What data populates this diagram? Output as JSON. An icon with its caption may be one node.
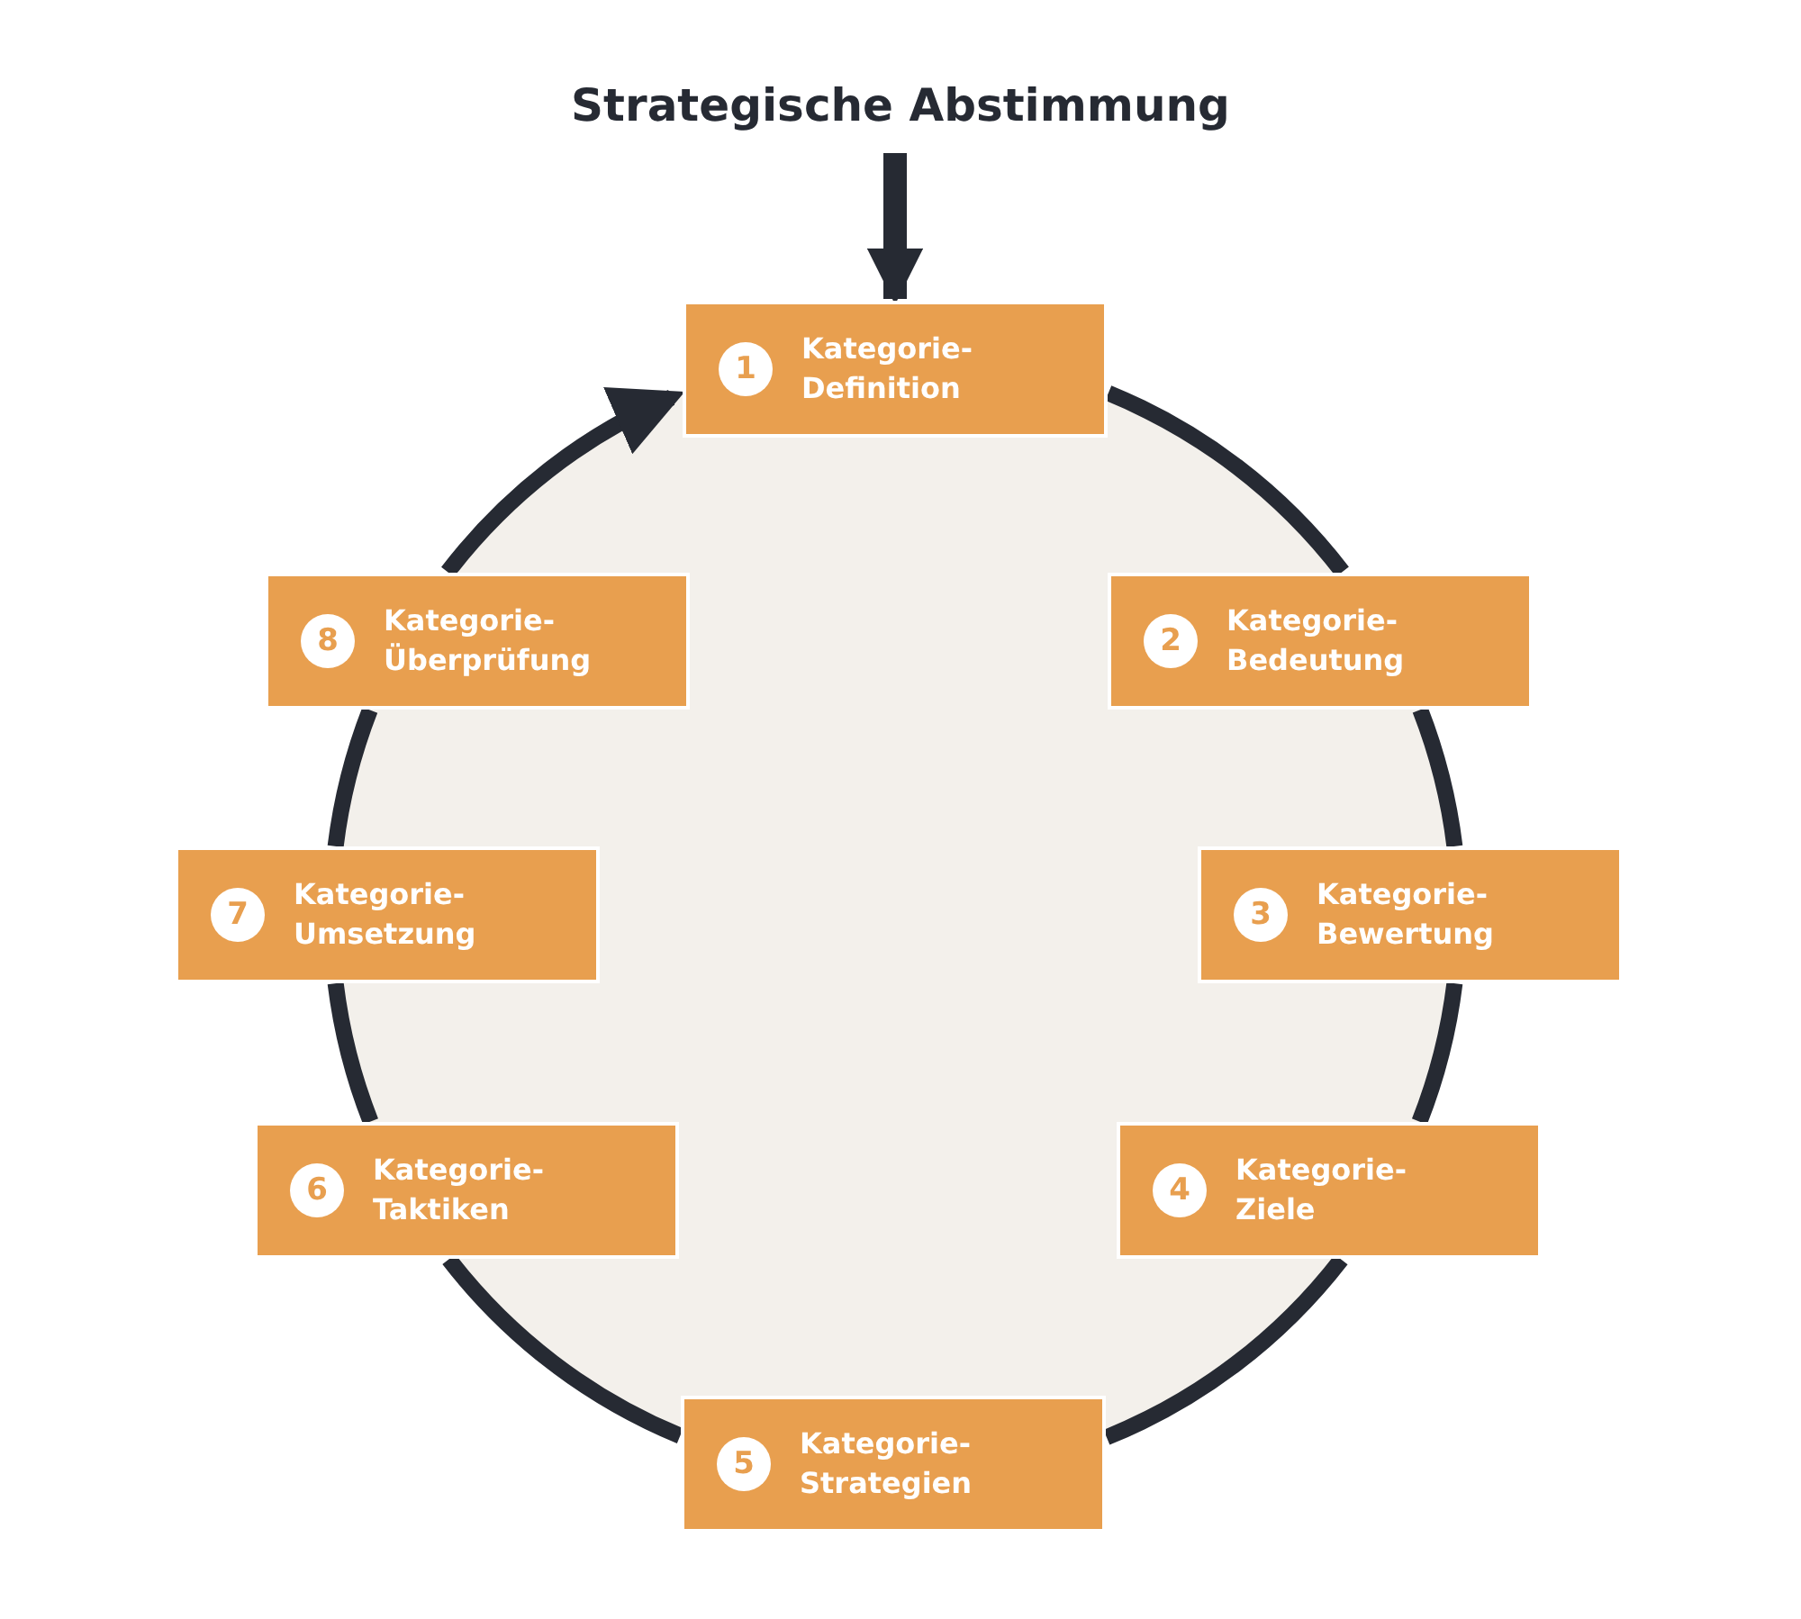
{
  "diagram": {
    "nodes": [
      {
        "text": [
          "Strategische Abstimmung"
        ]
      },
      {
        "text": [
          "1",
          "Kategorie-Definition"
        ]
      },
      {
        "text": [
          "2",
          "Kategorie-Bedeutung"
        ]
      },
      {
        "text": [
          "3",
          "Kategorie-Bewertung"
        ]
      },
      {
        "text": [
          "4",
          "Kategorie-Ziele"
        ]
      },
      {
        "text": [
          "5",
          "Kategorie-Strategien"
        ]
      },
      {
        "text": [
          "6",
          "Kategorie-Taktiken"
        ]
      },
      {
        "text": [
          "7",
          "Kategorie-Umsetzung"
        ]
      },
      {
        "text": [
          "8",
          "Kategorie-Überprüfung"
        ]
      }
    ],
    "edges": [
      {
        "from": 0,
        "to": 1,
        "arrow": "to"
      },
      {
        "from": 1,
        "to": 2,
        "arrow": "none"
      },
      {
        "from": 2,
        "to": 3,
        "arrow": "none"
      },
      {
        "from": 3,
        "to": 4,
        "arrow": "none"
      },
      {
        "from": 4,
        "to": 5,
        "arrow": "none"
      },
      {
        "from": 5,
        "to": 6,
        "arrow": "none"
      },
      {
        "from": 6,
        "to": 7,
        "arrow": "none"
      },
      {
        "from": 7,
        "to": 8,
        "arrow": "none"
      },
      {
        "from": 8,
        "to": 1,
        "arrow": "to"
      }
    ]
  }
}
